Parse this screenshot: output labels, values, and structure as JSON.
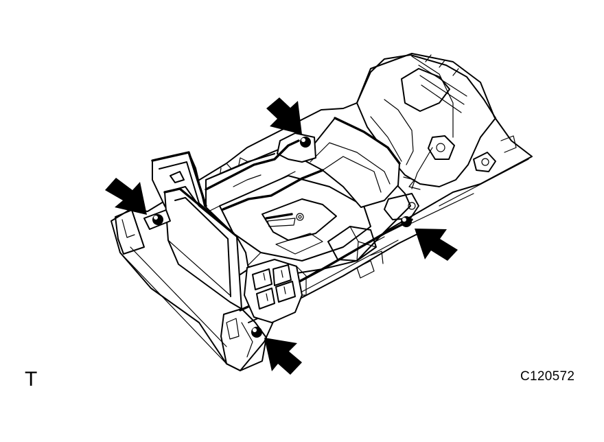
{
  "labels": {
    "corner_mark": "T",
    "figure_code": "C120572"
  },
  "colors": {
    "line": "#000000",
    "background": "#ffffff"
  },
  "callouts": [
    {
      "name": "callout-arrow-top",
      "icon": "arrow-icon"
    },
    {
      "name": "callout-arrow-left",
      "icon": "arrow-icon"
    },
    {
      "name": "callout-arrow-right",
      "icon": "arrow-icon"
    },
    {
      "name": "callout-arrow-bottom",
      "icon": "arrow-icon"
    }
  ]
}
